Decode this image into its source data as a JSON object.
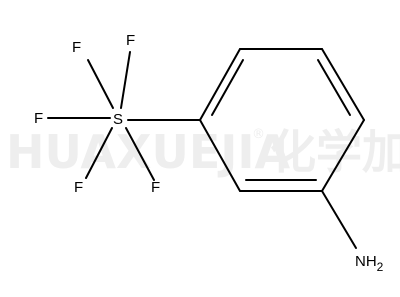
{
  "watermark": {
    "text": "HUAXUEJIA",
    "registered": "®",
    "chinese": "化学加",
    "color": "#eeeeee"
  },
  "molecule": {
    "atoms": [
      {
        "id": "F1",
        "label": "F"
      },
      {
        "id": "F2",
        "label": "F"
      },
      {
        "id": "F3",
        "label": "F"
      },
      {
        "id": "F4",
        "label": "F"
      },
      {
        "id": "F5",
        "label": "F"
      },
      {
        "id": "S",
        "label": "S"
      },
      {
        "id": "N",
        "label": "NH",
        "subscript": "2"
      }
    ],
    "bond_color": "#000000",
    "text_color": "#000000"
  }
}
